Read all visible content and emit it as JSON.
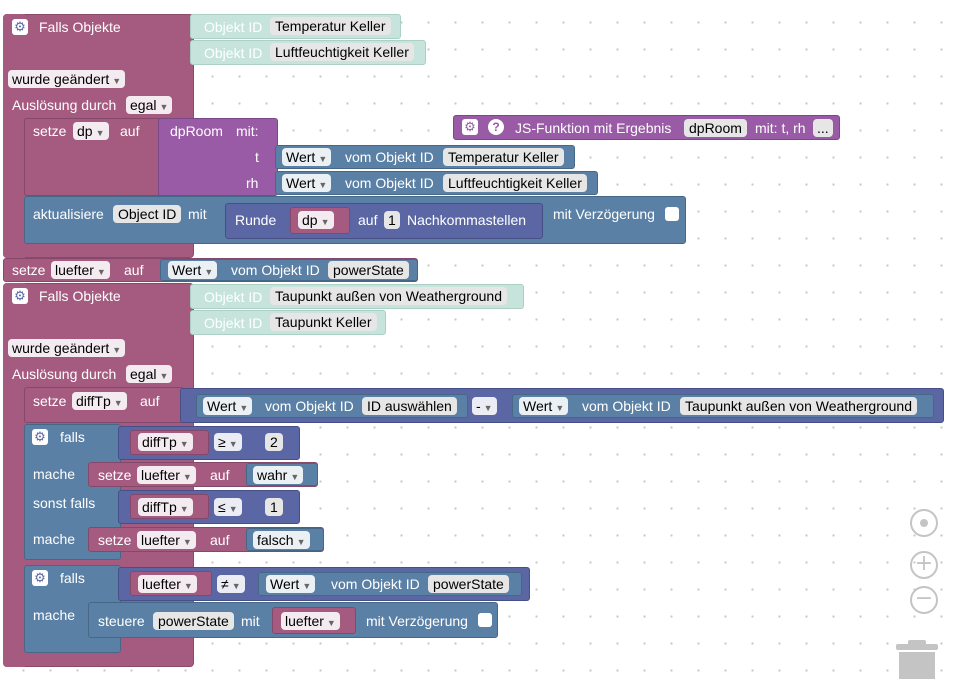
{
  "event1": {
    "title": "Falls Objekte",
    "obj_label": "Objekt ID",
    "objects": [
      "Temperatur Keller",
      "Luftfeuchtigkeit Keller"
    ],
    "trigger": "wurde geändert",
    "trigger_by_label": "Auslösung durch",
    "trigger_by": "egal"
  },
  "set_dp": {
    "set_label": "setze",
    "var": "dp",
    "to_label": "auf",
    "func": "dpRoom",
    "with_label": "mit:",
    "param_t": "t",
    "param_rh": "rh",
    "value_label": "Wert",
    "from_obj_label": "vom Objekt ID",
    "obj_t": "Temperatur Keller",
    "obj_rh": "Luftfeuchtigkeit Keller"
  },
  "js_function": {
    "label": "JS-Funktion mit Ergebnis",
    "name": "dpRoom",
    "params": "mit: t, rh",
    "more": "..."
  },
  "update_block": {
    "label": "aktualisiere",
    "target": "Object ID",
    "with_label": "mit",
    "round_label": "Runde",
    "var": "dp",
    "at_label": "auf",
    "digits": "1",
    "decimals_label": "Nachkommastellen",
    "delay_label": "mit Verzögerung"
  },
  "set_luefter": {
    "set_label": "setze",
    "var": "luefter",
    "to_label": "auf",
    "value_label": "Wert",
    "from_obj_label": "vom Objekt ID",
    "obj": "powerState"
  },
  "event2": {
    "title": "Falls Objekte",
    "obj_label": "Objekt ID",
    "objects": [
      "Taupunkt außen von Weatherground",
      "Taupunkt Keller"
    ],
    "trigger": "wurde geändert",
    "trigger_by_label": "Auslösung durch",
    "trigger_by": "egal"
  },
  "set_difftp": {
    "set_label": "setze",
    "var": "diffTp",
    "to_label": "auf",
    "value_label": "Wert",
    "from_obj_label": "vom Objekt ID",
    "obj_a": "ID auswählen",
    "op": "-",
    "obj_b": "Taupunkt außen von Weatherground"
  },
  "if1": {
    "if_label": "falls",
    "var1": "diffTp",
    "op1": "≥",
    "num1": "2",
    "do_label": "mache",
    "set_label": "setze",
    "var": "luefter",
    "to_label": "auf",
    "val1": "wahr",
    "elseif_label": "sonst falls",
    "var2": "diffTp",
    "op2": "≤",
    "num2": "1",
    "val2": "falsch"
  },
  "if2": {
    "if_label": "falls",
    "var": "luefter",
    "op": "≠",
    "value_label": "Wert",
    "from_obj_label": "vom Objekt ID",
    "obj": "powerState",
    "do_label": "mache",
    "control_label": "steuere",
    "control_obj": "powerState",
    "with_label": "mit",
    "control_var": "luefter",
    "delay_label": "mit Verzögerung"
  },
  "colors": {
    "event": "#a55b80",
    "function": "#995ba5",
    "statement": "#5b80a5",
    "math": "#5b67a5",
    "object": "#c6e4dc"
  }
}
